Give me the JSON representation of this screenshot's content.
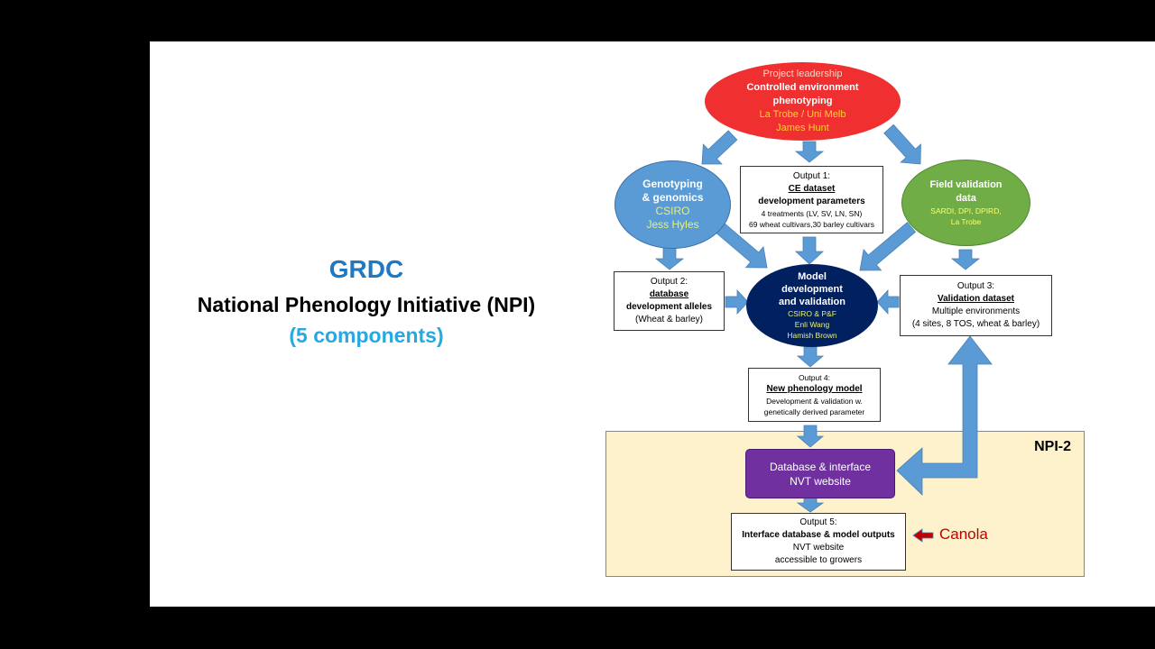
{
  "left": {
    "grdc": "GRDC",
    "title": "National Phenology Initiative (NPI)",
    "subtitle": "(5 components)"
  },
  "diagram": {
    "leadership": {
      "line1": "Project leadership",
      "line2": "Controlled environment",
      "line3": "phenotyping",
      "org": "La Trobe / Uni Melb",
      "person": "James Hunt",
      "color": "#f03030"
    },
    "genotyping": {
      "line1": "Genotyping",
      "line2": "& genomics",
      "org": "CSIRO",
      "person": "Jess Hyles",
      "color": "#5b9bd5"
    },
    "field": {
      "line1": "Field validation",
      "line2": "data",
      "org1": "SARDI, DPI, DPIRD,",
      "org2": "La Trobe",
      "color": "#70ad47"
    },
    "model": {
      "line1": "Model",
      "line2": "development",
      "line3": "and validation",
      "org": "CSIRO & P&F",
      "person1": "Enli Wang",
      "person2": "Hamish Brown",
      "color": "#002060"
    },
    "output1": {
      "label": "Output 1:",
      "title": "CE dataset",
      "sub": "development parameters",
      "d1": "4 treatments (LV, SV, LN, SN)",
      "d2": "69 wheat cultivars,30 barley cultivars"
    },
    "output2": {
      "label": "Output 2:",
      "title": "database",
      "sub": "development alleles",
      "d1": "(Wheat & barley)"
    },
    "output3": {
      "label": "Output 3:",
      "title": "Validation dataset",
      "d1": "Multiple environments",
      "d2": "(4 sites, 8 TOS, wheat & barley)"
    },
    "output4": {
      "label": "Output 4:",
      "title": "New phenology model",
      "d1": "Development & validation w.",
      "d2": "genetically derived parameter"
    },
    "npi2": {
      "label": "NPI-2",
      "color": "#fdf2cc"
    },
    "database": {
      "line1": "Database & interface",
      "line2": "NVT website",
      "color": "#7030a0"
    },
    "output5": {
      "label": "Output 5:",
      "title": "Interface database & model outputs",
      "d1": "NVT website",
      "d2": "accessible to growers"
    },
    "canola": {
      "label": "Canola",
      "color": "#c00000"
    },
    "arrow_color": "#5b9bd5"
  }
}
